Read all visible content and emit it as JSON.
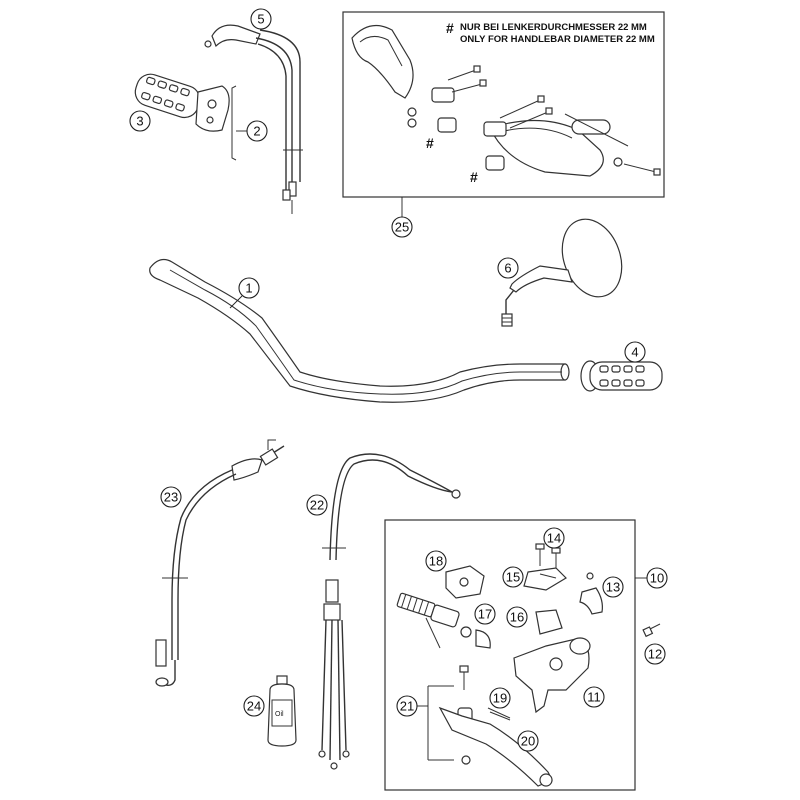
{
  "note": {
    "symbol": "#",
    "line_de": "NUR BEI LENKERDURCHMESSER 22 MM",
    "line_en": "ONLY FOR HANDLEBAR DIAMETER 22 MM"
  },
  "callouts": {
    "c1": "1",
    "c2": "2",
    "c3": "3",
    "c4": "4",
    "c5": "5",
    "c6": "6",
    "c10": "10",
    "c11": "11",
    "c12": "12",
    "c13": "13",
    "c14": "14",
    "c15": "15",
    "c16": "16",
    "c17": "17",
    "c18": "18",
    "c19": "19",
    "c20": "20",
    "c21": "21",
    "c22": "22",
    "c23": "23",
    "c24": "24",
    "c25": "25"
  },
  "bottle_label": "Oil"
}
